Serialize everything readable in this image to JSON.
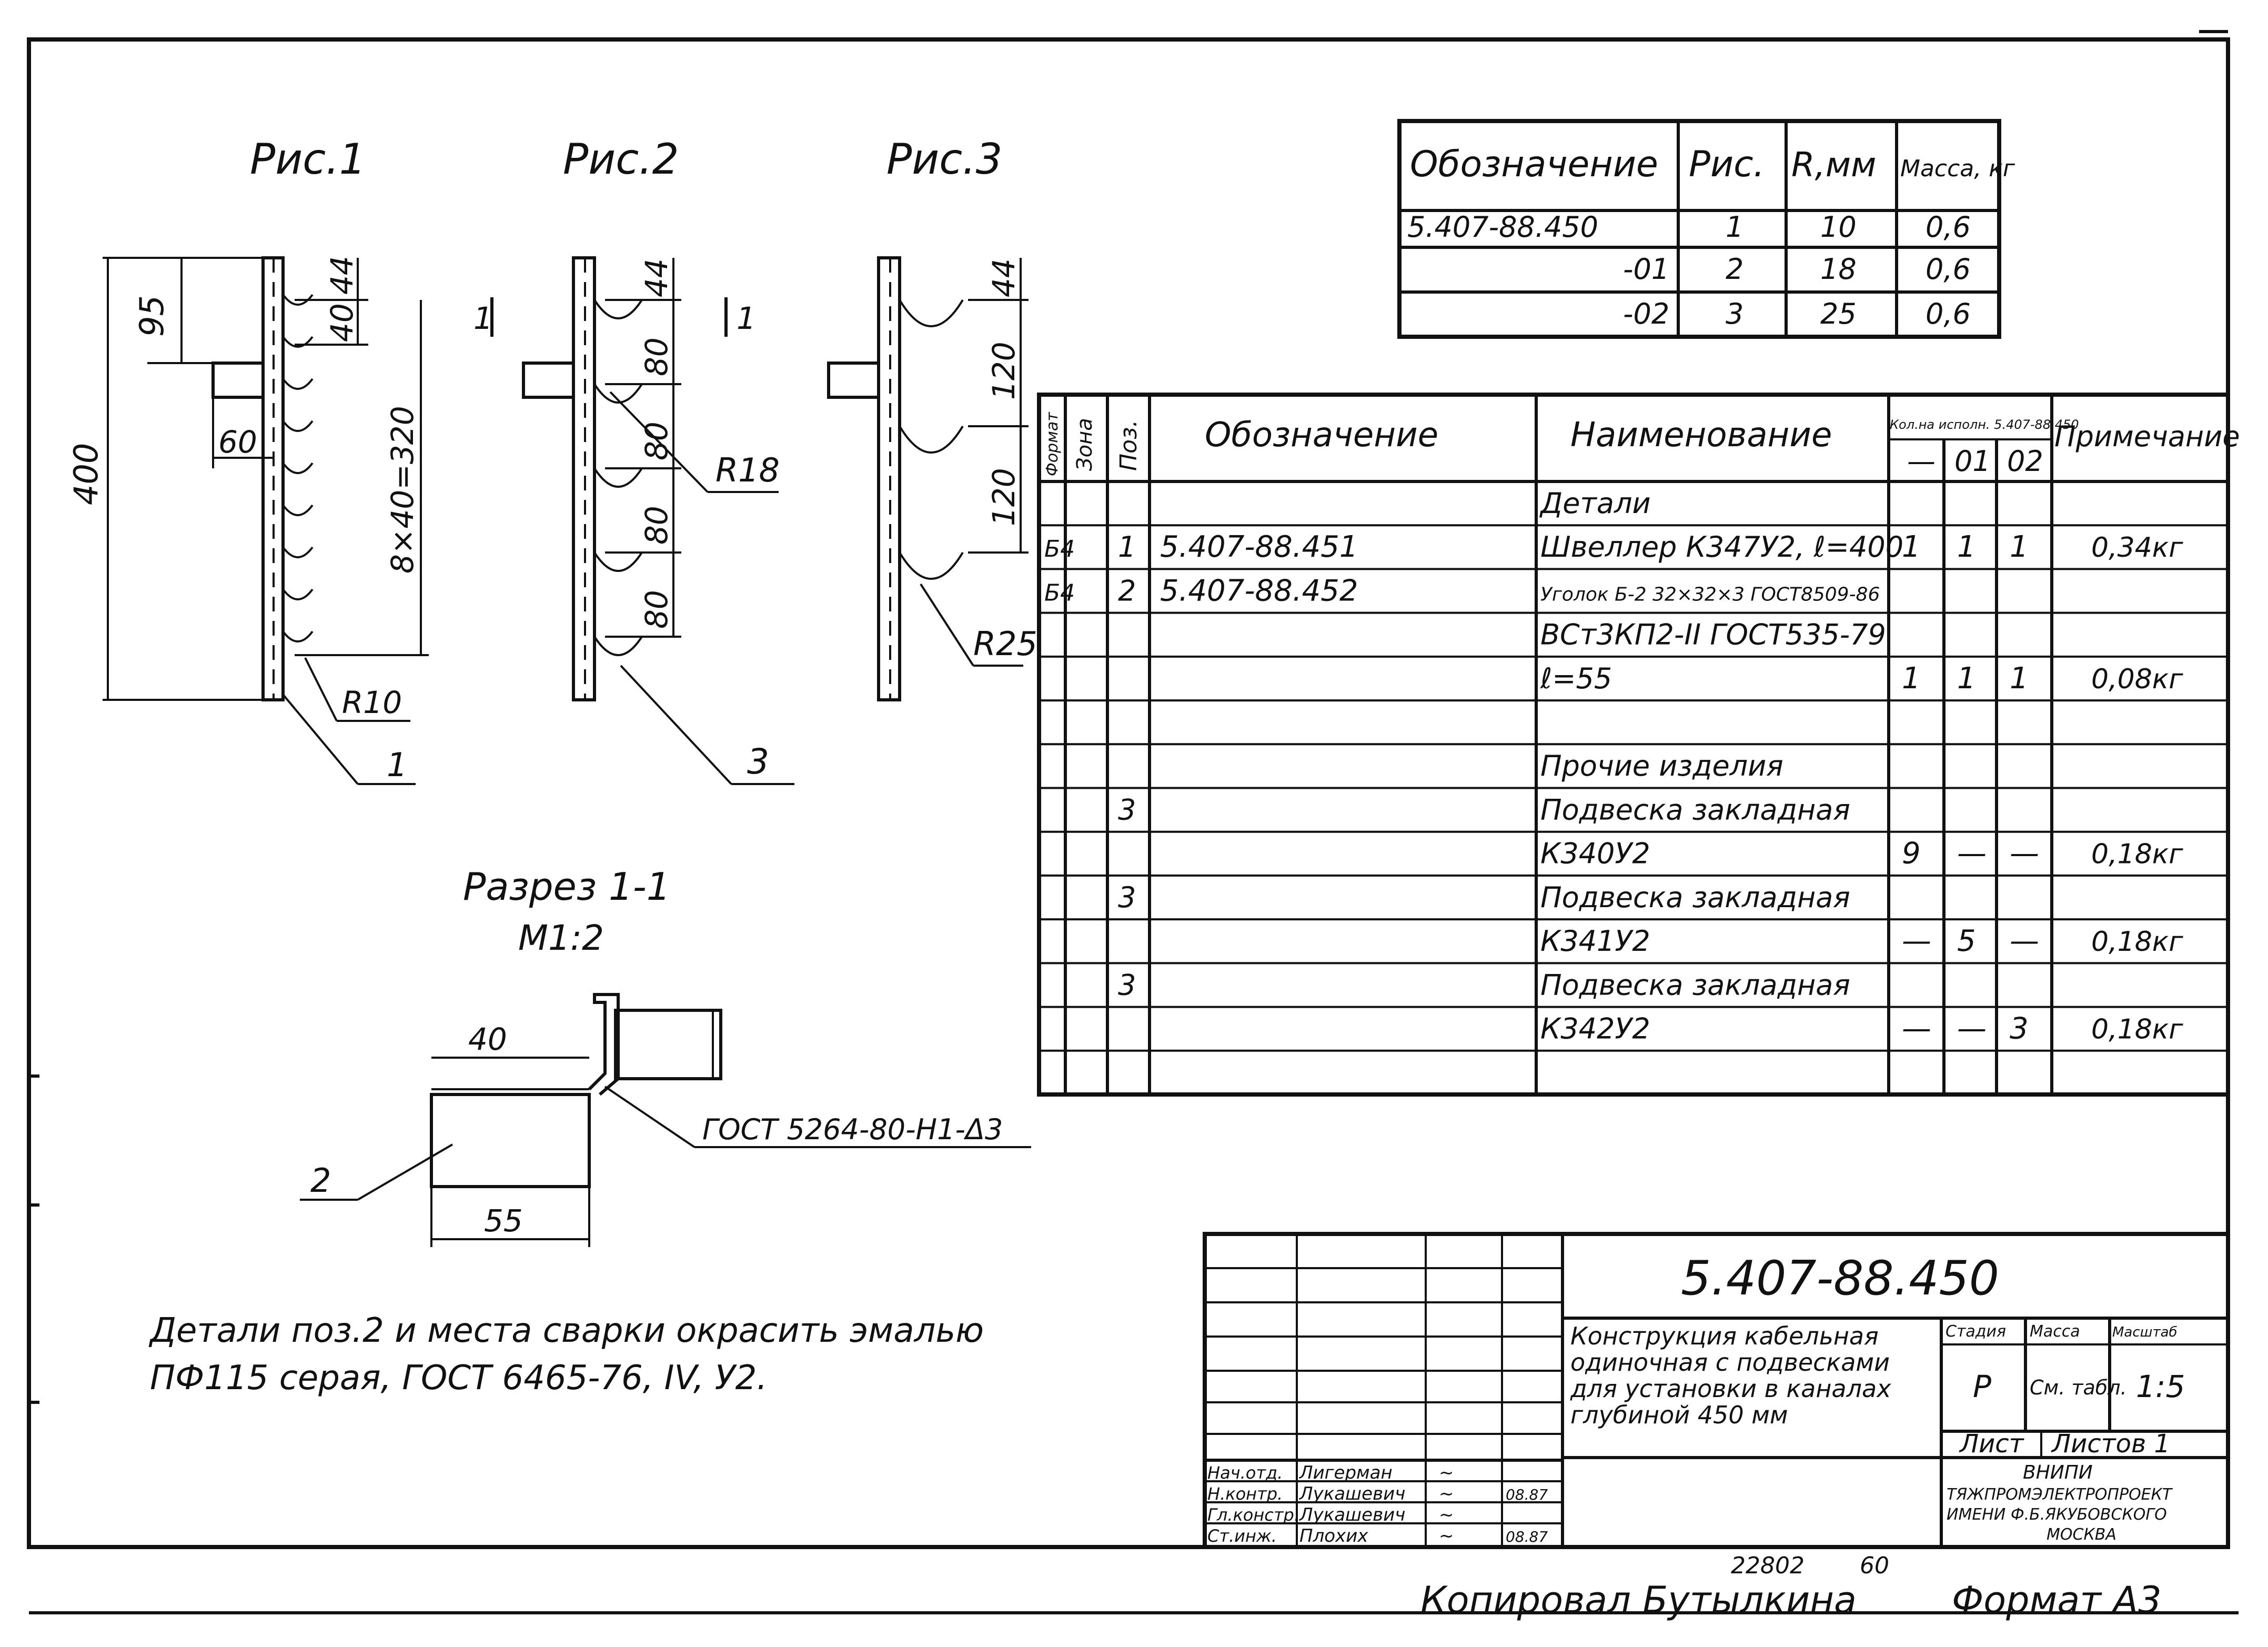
{
  "figures": {
    "fig1": "Рис.1",
    "fig2": "Рис.2",
    "fig3": "Рис.3",
    "section_title": "Разрез 1-1",
    "section_scale": "М1:2",
    "section_mark": "1"
  },
  "dimensions": {
    "d400": "400",
    "d95": "95",
    "d60": "60",
    "d40": "40",
    "d44a": "44",
    "d8x40": "8×40=320",
    "r10": "R10",
    "pos1": "1",
    "d44b": "44",
    "d80a": "80",
    "d80b": "80",
    "d80c": "80",
    "d80d": "80",
    "r18": "R18",
    "pos3": "3",
    "d44c": "44",
    "d120a": "120",
    "d120b": "120",
    "r25": "R25",
    "s40": "40",
    "s55": "55",
    "pos2": "2",
    "weld": "ГОСТ 5264-80-Н1-Δ3"
  },
  "mass_table": {
    "headers": [
      "Обозначение",
      "Рис.",
      "R,мм",
      "Масса, кг"
    ],
    "rows": [
      [
        "5.407-88.450",
        "1",
        "10",
        "0,6"
      ],
      [
        "-01",
        "2",
        "18",
        "0,6"
      ],
      [
        "-02",
        "3",
        "25",
        "0,6"
      ]
    ]
  },
  "spec_table": {
    "headers": {
      "format": "Формат",
      "zone": "Зона",
      "pos": "Поз.",
      "designation": "Обозначение",
      "name": "Наименование",
      "qty": "Кол.на исполн. 5.407-88.450",
      "qty_dash": "—",
      "qty_01": "01",
      "qty_02": "02",
      "note": "Примечание"
    },
    "rows": [
      {
        "format": "",
        "zone": "",
        "pos": "",
        "designation": "",
        "name": "Детали",
        "q0": "",
        "q1": "",
        "q2": "",
        "note": ""
      },
      {
        "format": "Б4",
        "zone": "",
        "pos": "1",
        "designation": "5.407-88.451",
        "name": "Швеллер К347У2, ℓ=400",
        "q0": "1",
        "q1": "1",
        "q2": "1",
        "note": "0,34кг"
      },
      {
        "format": "Б4",
        "zone": "",
        "pos": "2",
        "designation": "5.407-88.452",
        "name": "Уголок Б-2 32×32×3 ГОСТ8509-86",
        "q0": "",
        "q1": "",
        "q2": "",
        "note": ""
      },
      {
        "format": "",
        "zone": "",
        "pos": "",
        "designation": "",
        "name": "ВСт3КП2-II ГОСТ535-79",
        "q0": "",
        "q1": "",
        "q2": "",
        "note": ""
      },
      {
        "format": "",
        "zone": "",
        "pos": "",
        "designation": "",
        "name": "ℓ=55",
        "q0": "1",
        "q1": "1",
        "q2": "1",
        "note": "0,08кг"
      },
      {
        "format": "",
        "zone": "",
        "pos": "",
        "designation": "",
        "name": "",
        "q0": "",
        "q1": "",
        "q2": "",
        "note": ""
      },
      {
        "format": "",
        "zone": "",
        "pos": "",
        "designation": "",
        "name": "Прочие изделия",
        "q0": "",
        "q1": "",
        "q2": "",
        "note": ""
      },
      {
        "format": "",
        "zone": "",
        "pos": "3",
        "designation": "",
        "name": "Подвеска закладная",
        "q0": "",
        "q1": "",
        "q2": "",
        "note": ""
      },
      {
        "format": "",
        "zone": "",
        "pos": "",
        "designation": "",
        "name": "К340У2",
        "q0": "9",
        "q1": "—",
        "q2": "—",
        "note": "0,18кг"
      },
      {
        "format": "",
        "zone": "",
        "pos": "3",
        "designation": "",
        "name": "Подвеска закладная",
        "q0": "",
        "q1": "",
        "q2": "",
        "note": ""
      },
      {
        "format": "",
        "zone": "",
        "pos": "",
        "designation": "",
        "name": "К341У2",
        "q0": "—",
        "q1": "5",
        "q2": "—",
        "note": "0,18кг"
      },
      {
        "format": "",
        "zone": "",
        "pos": "3",
        "designation": "",
        "name": "Подвеска закладная",
        "q0": "",
        "q1": "",
        "q2": "",
        "note": ""
      },
      {
        "format": "",
        "zone": "",
        "pos": "",
        "designation": "",
        "name": "К342У2",
        "q0": "—",
        "q1": "—",
        "q2": "3",
        "note": "0,18кг"
      },
      {
        "format": "",
        "zone": "",
        "pos": "",
        "designation": "",
        "name": "",
        "q0": "",
        "q1": "",
        "q2": "",
        "note": ""
      }
    ]
  },
  "note_text": {
    "line1": "Детали поз.2 и места сварки окрасить эмалью",
    "line2": "ПФ115 серая, ГОСТ 6465-76, IV, У2."
  },
  "title_block": {
    "doc_number": "5.407-88.450",
    "title_lines": [
      "Конструкция кабельная",
      "одиночная с подвесками",
      "для установки в каналах",
      "глубиной 450 мм"
    ],
    "stage_label": "Стадия",
    "mass_label": "Масса",
    "scale_label": "Масштаб",
    "stage": "Р",
    "mass": "См. табл.",
    "scale": "1:5",
    "sheet_label": "Лист",
    "sheets_label": "Листов 1",
    "org_lines": [
      "ВНИПИ",
      "ТЯЖПРОМЭЛЕКТРОПРОЕКТ",
      "ИМЕНИ Ф.Б.ЯКУБОВСКОГО",
      "МОСКВА"
    ],
    "signatures": [
      {
        "role": "Нач.отд.",
        "name": "Лигерман",
        "sign": "~",
        "date": ""
      },
      {
        "role": "Н.контр.",
        "name": "Лукашевич",
        "sign": "~",
        "date": "08.87"
      },
      {
        "role": "Гл.констр.",
        "name": "Лукашевич",
        "sign": "~",
        "date": ""
      },
      {
        "role": "Ст.инж.",
        "name": "Плохих",
        "sign": "~",
        "date": "08.87"
      }
    ]
  },
  "footer": {
    "inv": "22802",
    "sheet_no": "60",
    "copied": "Копировал Бутылкина",
    "format": "Формат А3"
  }
}
